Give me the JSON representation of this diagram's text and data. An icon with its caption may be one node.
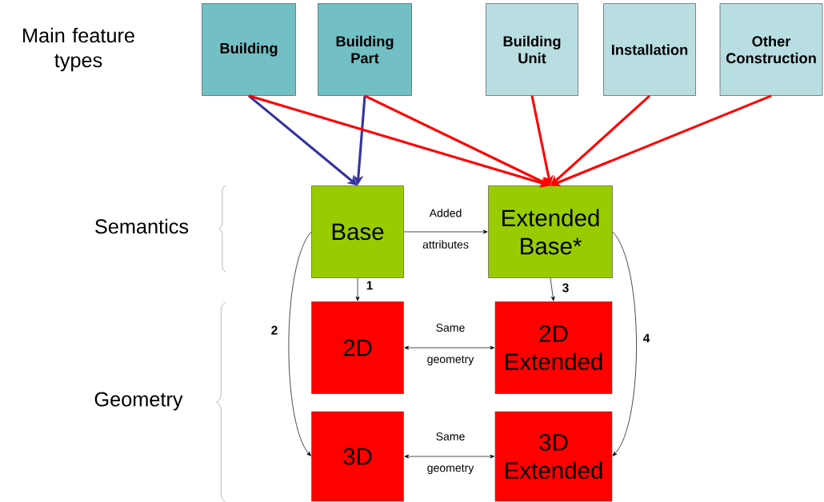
{
  "diagram": {
    "nodes": [
      {
        "text": [
          "Building"
        ]
      },
      {
        "text": [
          "Building Part"
        ]
      },
      {
        "text": [
          "Building Unit"
        ]
      },
      {
        "text": [
          "Installation"
        ]
      },
      {
        "text": [
          "Other Construction"
        ]
      },
      {
        "text": [
          "Base"
        ]
      },
      {
        "text": [
          "Extended Base*"
        ]
      },
      {
        "text": [
          "2D"
        ]
      },
      {
        "text": [
          "2D Extended"
        ]
      },
      {
        "text": [
          "3D"
        ]
      },
      {
        "text": [
          "3D Extended"
        ]
      }
    ],
    "edges": [
      {
        "from": 0,
        "to": 5,
        "arrow": "to",
        "style": "thick",
        "color": "#3333a0"
      },
      {
        "from": 1,
        "to": 5,
        "arrow": "to",
        "style": "thick",
        "color": "#3333a0"
      },
      {
        "from": 0,
        "to": 6,
        "arrow": "to",
        "style": "thick",
        "color": "#ff0000"
      },
      {
        "from": 1,
        "to": 6,
        "arrow": "to",
        "style": "thick",
        "color": "#ff0000"
      },
      {
        "from": 2,
        "to": 6,
        "arrow": "to",
        "style": "thick",
        "color": "#ff0000"
      },
      {
        "from": 3,
        "to": 6,
        "arrow": "to",
        "style": "thick",
        "color": "#ff0000"
      },
      {
        "from": 4,
        "to": 6,
        "arrow": "to",
        "style": "thick",
        "color": "#ff0000"
      },
      {
        "from": 5,
        "to": 6,
        "arrow": "to",
        "label": "Added attributes"
      },
      {
        "from": 5,
        "to": 7,
        "arrow": "to",
        "label": "1"
      },
      {
        "from": 5,
        "to": 9,
        "arrow": "to",
        "label": "2"
      },
      {
        "from": 6,
        "to": 8,
        "arrow": "to",
        "label": "3"
      },
      {
        "from": 6,
        "to": 10,
        "arrow": "to",
        "label": "4"
      },
      {
        "from": 7,
        "to": 8,
        "arrow": "both",
        "label": "Same geometry"
      },
      {
        "from": 9,
        "to": 10,
        "arrow": "both",
        "label": "Same geometry"
      }
    ],
    "labels": [
      "Main feature types",
      "Semantics",
      "Geometry"
    ]
  }
}
